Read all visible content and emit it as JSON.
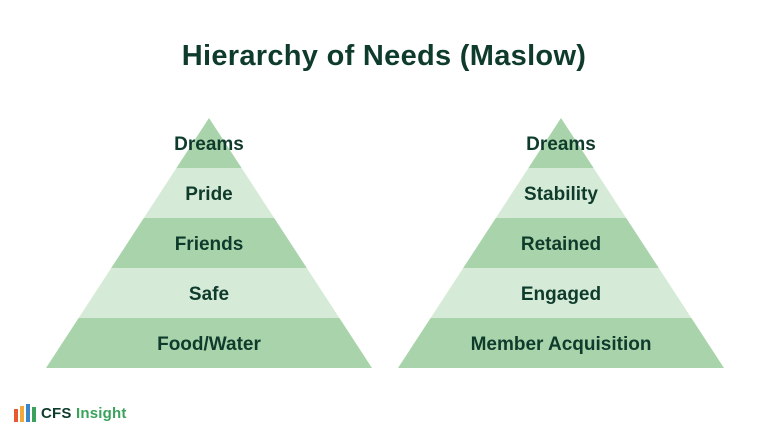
{
  "title": "Hierarchy of Needs (Maslow)",
  "pyramids": [
    {
      "levels": [
        "Dreams",
        "Pride",
        "Friends",
        "Safe",
        "Food/Water"
      ]
    },
    {
      "levels": [
        "Dreams",
        "Stability",
        "Retained",
        "Engaged",
        "Member Acquisition"
      ]
    }
  ],
  "colors": {
    "dark_tier": "#a9d4ab",
    "light_tier": "#d6ebd7",
    "text": "#0e3b2b",
    "logo_bars": [
      "#e8592f",
      "#f2a93b",
      "#3a86c8",
      "#3aa25b"
    ]
  },
  "logo": {
    "brand": "CFS",
    "product": "Insight"
  }
}
